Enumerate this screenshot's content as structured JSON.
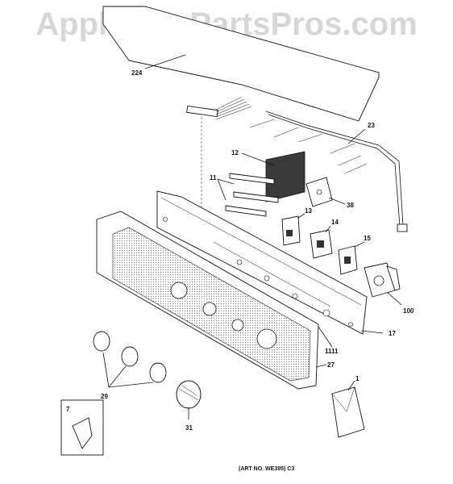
{
  "watermark": "AppliancePartsPros.com",
  "art_ref": "(ART NO. WE395) C3",
  "parts": {
    "p224": "224",
    "p23": "23",
    "p12": "12",
    "p11": "11",
    "p38": "38",
    "p13": "13",
    "p14": "14",
    "p15": "15",
    "p100": "100",
    "p17": "17",
    "p1111": "1111",
    "p27": "27",
    "p29": "29",
    "p7": "7",
    "p31": "31",
    "p1": "1"
  }
}
